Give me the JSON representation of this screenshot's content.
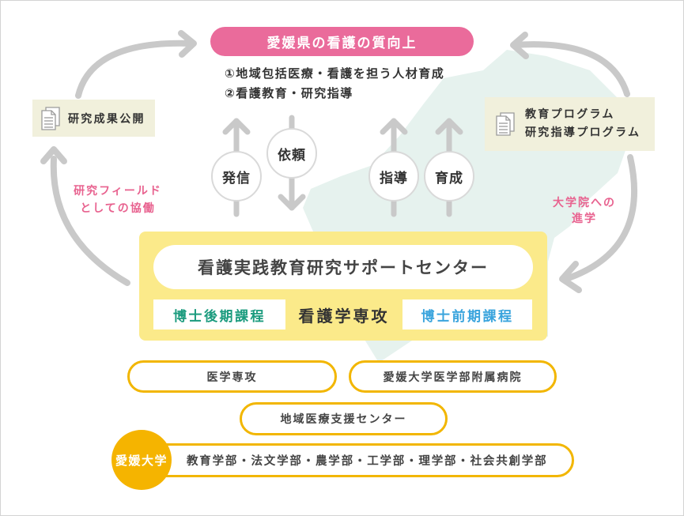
{
  "colors": {
    "goal_pill": "#ea6b9b",
    "label_pink": "#e8628f",
    "center_box": "#fbea8a",
    "partner_border": "#f2b600",
    "university_circle": "#f5b400",
    "doctoral_text": "#1b9b7e",
    "masters_text": "#3aa4dd",
    "arrow_gray": "#c9c9c9",
    "note_box": "#f1f0dc",
    "map": "#e6f2ee"
  },
  "goal": {
    "title": "愛媛県の看護の質向上",
    "items": [
      "①地域包括医療・看護を担う人材育成",
      "②看護教育・研究指導"
    ]
  },
  "research_output": {
    "icon": "document-icon",
    "label": "研究成果公開"
  },
  "programs": {
    "icon": "document-icon",
    "lines": [
      "教育プログラム",
      "研究指導プログラム"
    ]
  },
  "left_cycle_label": [
    "研究フィールド",
    "としての協働"
  ],
  "right_cycle_label": [
    "大学院への",
    "進学"
  ],
  "flows": [
    {
      "label": "発信",
      "icon": "arrow-up-icon"
    },
    {
      "label": "依頼",
      "icon": "arrow-down-icon"
    },
    {
      "label": "指導",
      "icon": "arrow-up-icon"
    },
    {
      "label": "育成",
      "icon": "arrow-up-icon"
    }
  ],
  "center": {
    "title": "看護実践教育研究サポートセンター",
    "major": "看護学専攻",
    "doctoral": "博士後期課程",
    "masters": "博士前期課程"
  },
  "partners": [
    "医学専攻",
    "愛媛大学医学部附属病院",
    "地域医療支援センター"
  ],
  "university": {
    "name": "愛媛大学",
    "faculties": "教育学部・法文学部・農学部・工学部・理学部・社会共創学部"
  }
}
